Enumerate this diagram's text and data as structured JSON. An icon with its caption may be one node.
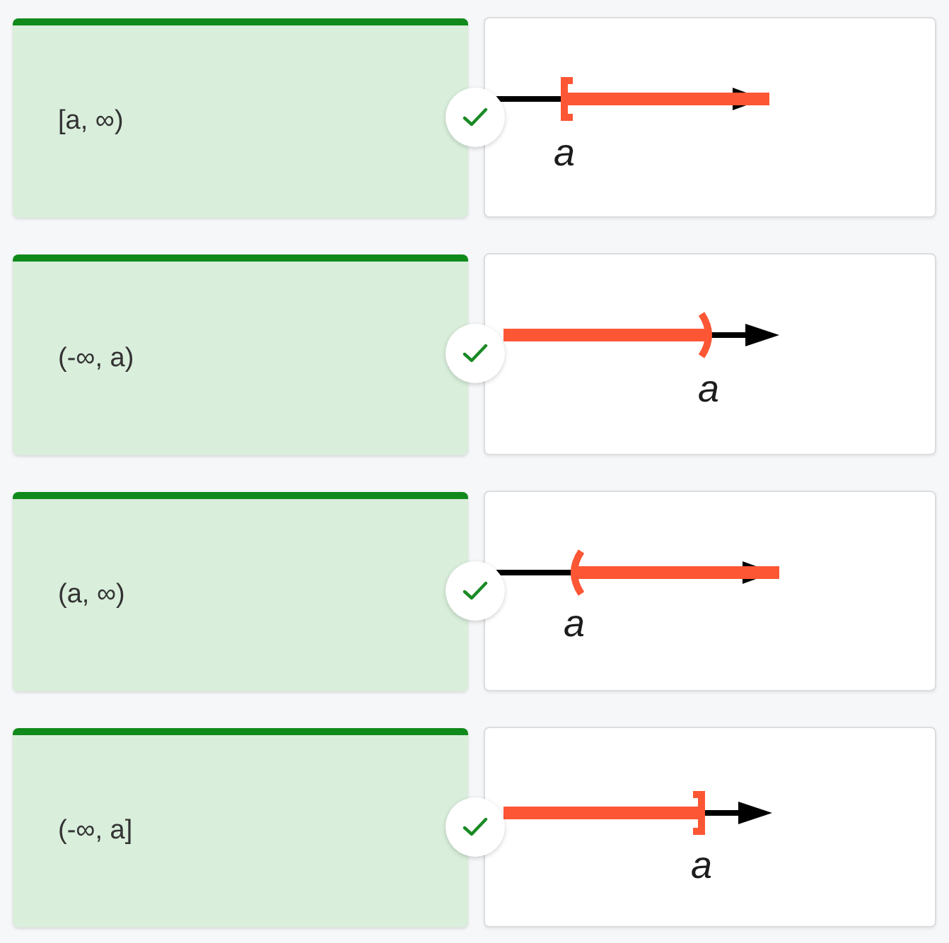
{
  "diagram": {
    "nodes": [
      {
        "text": [
          "[a, ∞)"
        ]
      },
      {
        "text": [
          "a"
        ]
      },
      {
        "text": [
          "(-∞, a)"
        ]
      },
      {
        "text": [
          "a"
        ]
      },
      {
        "text": [
          "(a, ∞)"
        ]
      },
      {
        "text": [
          "a"
        ]
      },
      {
        "text": [
          "(-∞, a]"
        ]
      },
      {
        "text": [
          "a"
        ]
      }
    ]
  }
}
